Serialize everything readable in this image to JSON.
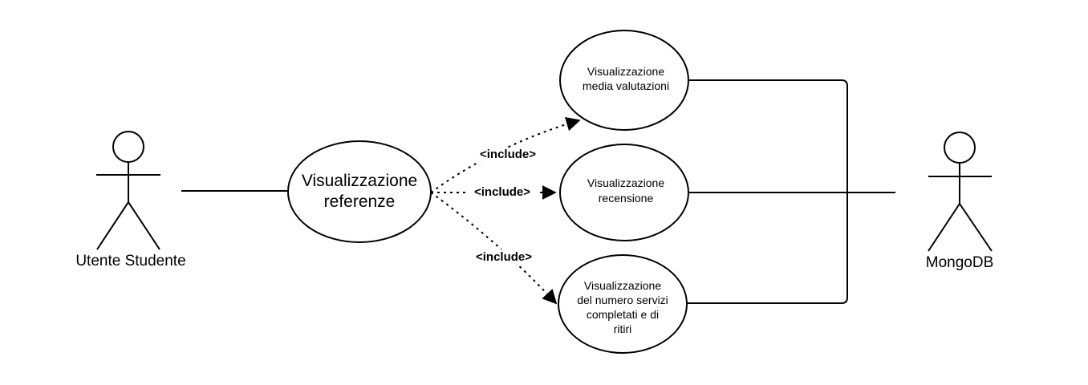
{
  "actors": {
    "student": {
      "label": "Utente Studente"
    },
    "db": {
      "label": "MongoDB"
    }
  },
  "use_cases": {
    "main": {
      "line1": "Visualizzazione",
      "line2": "referenze"
    },
    "media": {
      "line1": "Visualizzazione",
      "line2": "media valutazioni"
    },
    "recensione": {
      "line1": "Visualizzazione",
      "line2": "recensione"
    },
    "numero": {
      "line1": "Visualizzazione",
      "line2": "del numero servizi",
      "line3": "completati e di",
      "line4": "ritiri"
    }
  },
  "relations": {
    "include_top": "<include>",
    "include_mid": "<include>",
    "include_bottom": "<include>"
  },
  "colors": {
    "stroke": "#000000",
    "background": "#ffffff"
  }
}
